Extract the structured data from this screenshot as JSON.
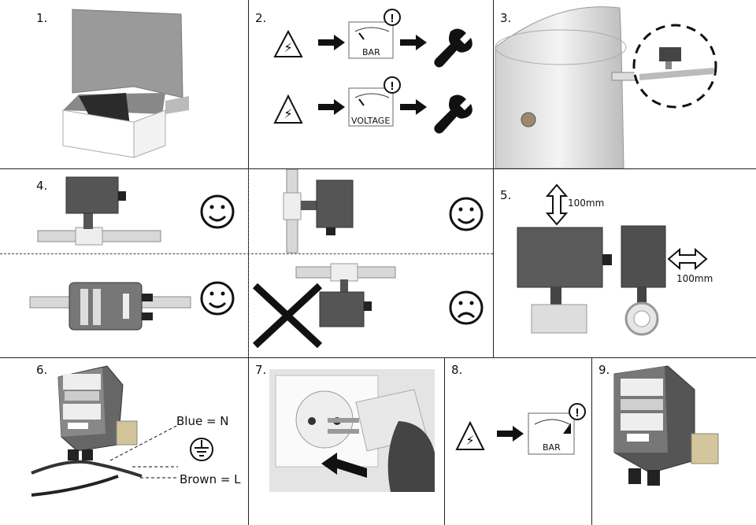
{
  "steps": {
    "s1": {
      "number": "1."
    },
    "s2": {
      "number": "2.",
      "gauge_bar": "BAR",
      "gauge_voltage": "VOLTAGE"
    },
    "s3": {
      "number": "3."
    },
    "s4": {
      "number": "4."
    },
    "s5": {
      "number": "5.",
      "clearance_vertical": "100mm",
      "clearance_horizontal": "100mm"
    },
    "s6": {
      "number": "6.",
      "blue_wire": "Blue = N",
      "brown_wire": "Brown = L"
    },
    "s7": {
      "number": "7."
    },
    "s8": {
      "number": "8.",
      "gauge_bar": "BAR"
    },
    "s9": {
      "number": "9."
    }
  },
  "icons": [
    "high-voltage-warning-icon",
    "arrow-right-icon",
    "pressure-gauge-icon",
    "exclamation-icon",
    "wrench-icon",
    "smiley-happy-icon",
    "smiley-sad-icon",
    "cross-icon",
    "earth-ground-icon",
    "double-arrow-icon"
  ]
}
